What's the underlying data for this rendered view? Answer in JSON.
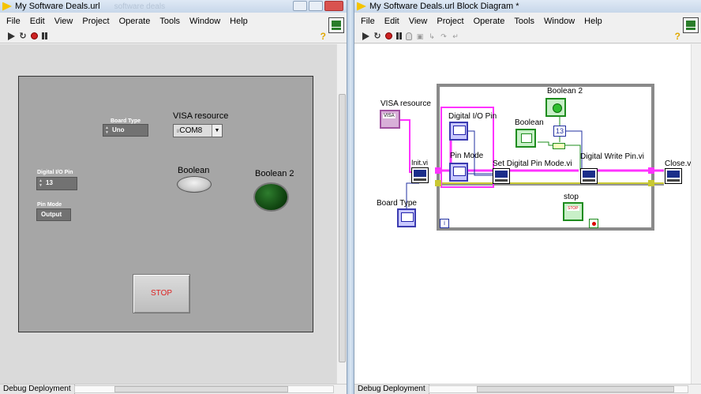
{
  "front_window": {
    "title": "My Software Deals.url",
    "ghost_title": "software deals",
    "menu": [
      "File",
      "Edit",
      "View",
      "Project",
      "Operate",
      "Tools",
      "Window",
      "Help"
    ],
    "toolbar": {
      "help_glyph": "?"
    },
    "controls": {
      "board_type": {
        "label": "Board Type",
        "value": "Uno"
      },
      "visa_resource": {
        "label": "VISA resource",
        "value": "COM8",
        "prefix": "I/"
      },
      "digital_io_pin": {
        "label": "Digital I/O Pin",
        "value": "13"
      },
      "pin_mode": {
        "label": "Pin Mode",
        "value": "Output"
      },
      "boolean": {
        "label": "Boolean"
      },
      "boolean2": {
        "label": "Boolean 2"
      },
      "stop": {
        "label": "STOP"
      }
    },
    "status": {
      "tab": "Debug Deployment"
    }
  },
  "diagram_window": {
    "title": "My Software Deals.url Block Diagram *",
    "menu": [
      "File",
      "Edit",
      "View",
      "Project",
      "Operate",
      "Tools",
      "Window",
      "Help"
    ],
    "toolbar": {
      "help_glyph": "?"
    },
    "labels": {
      "visa_resource": "VISA resource",
      "board_type": "Board Type",
      "init": "Init.vi",
      "digital_io_pin": "Digital I/O Pin",
      "pin_mode": "Pin Mode",
      "set_pin_mode": "Set Digital Pin Mode.vi",
      "boolean": "Boolean",
      "boolean2": "Boolean 2",
      "digital_write": "Digital Write Pin.vi",
      "close": "Close.vi",
      "stop": "stop"
    },
    "constant_13": "13",
    "iteration": "i",
    "status": {
      "tab": "Debug Deployment"
    }
  },
  "colors": {
    "wire_visa": "#ff33ff",
    "wire_error": "#c8c832",
    "wire_int": "#2230a0",
    "wire_bool": "#1e8c1e",
    "while_loop": "#8a8a8a"
  }
}
